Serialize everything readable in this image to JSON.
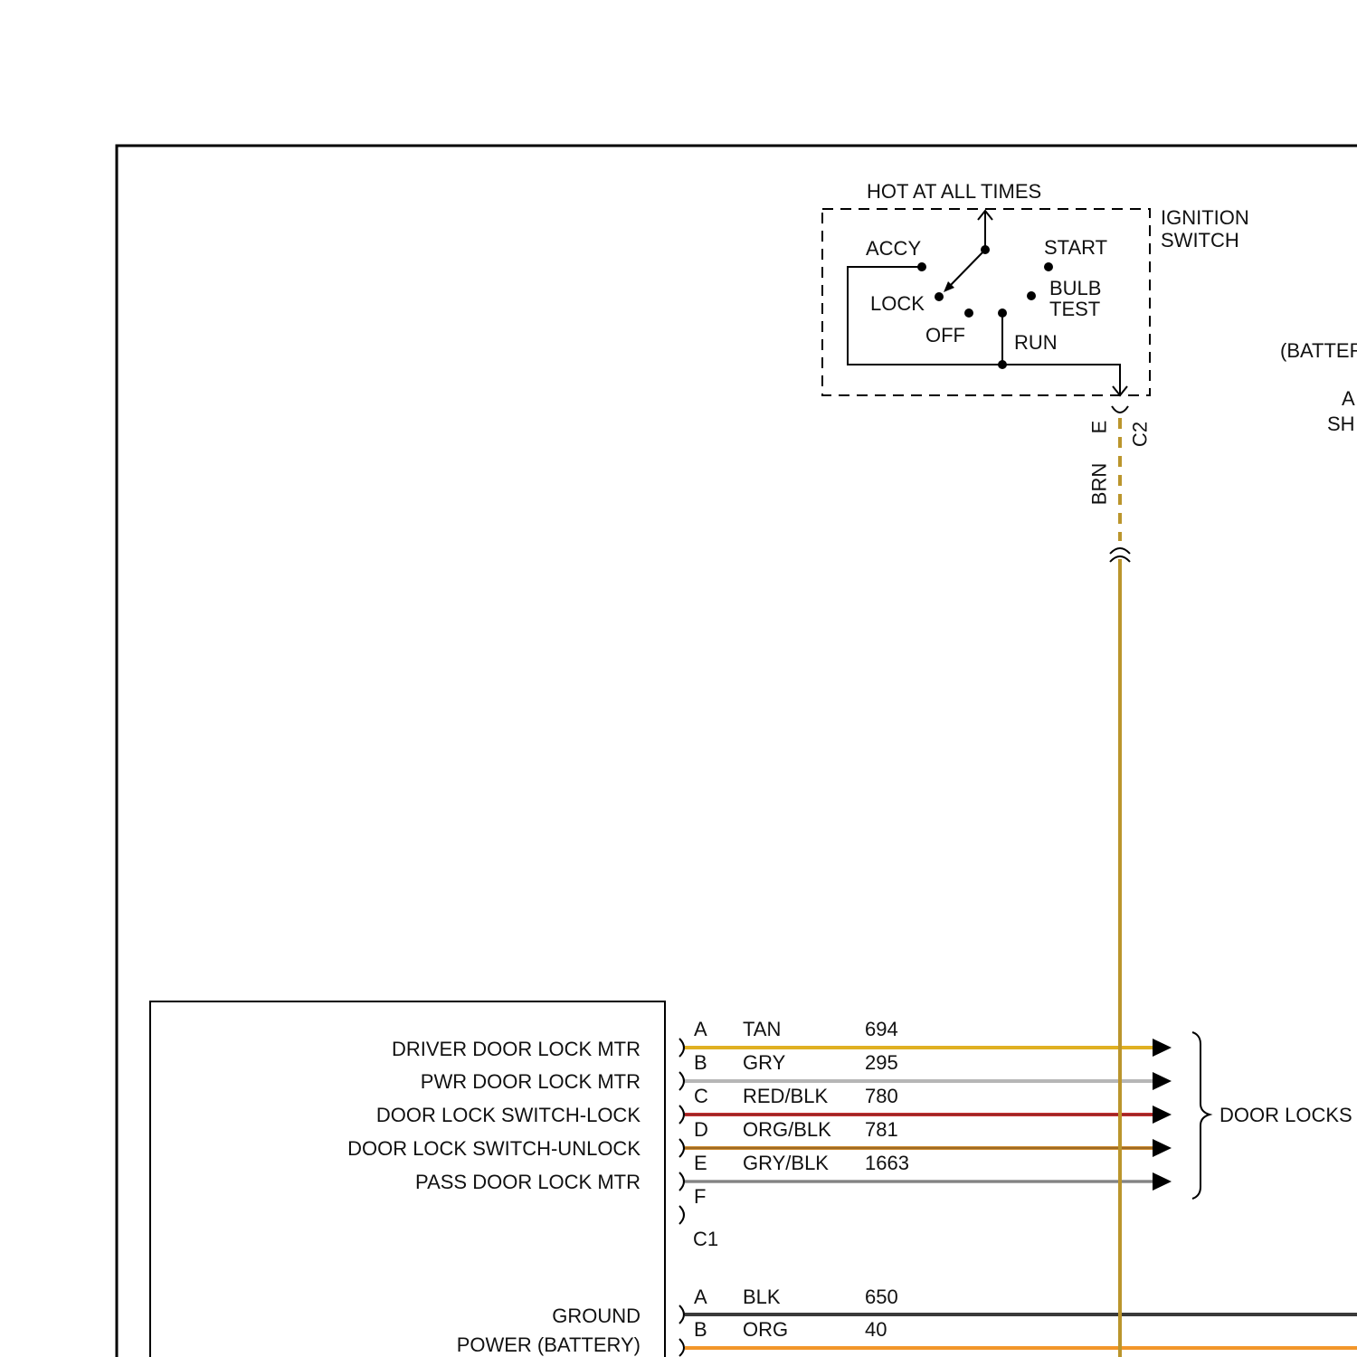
{
  "ignition_switch": {
    "supply": "HOT AT ALL TIMES",
    "title_line1": "IGNITION",
    "title_line2": "SWITCH",
    "positions": {
      "accy": "ACCY",
      "start": "START",
      "lock": "LOCK",
      "bulb": "BULB",
      "test": "TEST",
      "off": "OFF",
      "run": "RUN"
    },
    "output": {
      "pin": "E",
      "connector": "C2",
      "wire_color": "BRN"
    }
  },
  "right_edge": {
    "battery_fragment": "(BATTER",
    "fragment_a": "A",
    "fragment_sh": "SH"
  },
  "module": {
    "c1": {
      "connector": "C1",
      "destination": "DOOR LOCKS",
      "pins": [
        {
          "pin": "A",
          "function": "DRIVER DOOR LOCK MTR",
          "wire_color": "TAN",
          "circuit": "694"
        },
        {
          "pin": "B",
          "function": "PWR DOOR LOCK MTR",
          "wire_color": "GRY",
          "circuit": "295"
        },
        {
          "pin": "C",
          "function": "DOOR LOCK SWITCH-LOCK",
          "wire_color": "RED/BLK",
          "circuit": "780"
        },
        {
          "pin": "D",
          "function": "DOOR LOCK SWITCH-UNLOCK",
          "wire_color": "ORG/BLK",
          "circuit": "781"
        },
        {
          "pin": "E",
          "function": "PASS DOOR LOCK MTR",
          "wire_color": "GRY/BLK",
          "circuit": "1663"
        },
        {
          "pin": "F"
        }
      ]
    },
    "power": {
      "pins": [
        {
          "pin": "A",
          "function": "GROUND",
          "wire_color": "BLK",
          "circuit": "650"
        },
        {
          "pin": "B",
          "function": "POWER (BATTERY)",
          "wire_color": "ORG",
          "circuit": "40"
        }
      ]
    }
  },
  "wire_hex": {
    "brn": "#bb952c",
    "tan": "#e0b022",
    "gry": "#b6b6b6",
    "red": "#c83232",
    "org_blk": "#cc8a30",
    "gry_blk": "#a9a9a9",
    "blk": "#3a3a3a",
    "org": "#f2962a",
    "stripe": "#000000"
  }
}
